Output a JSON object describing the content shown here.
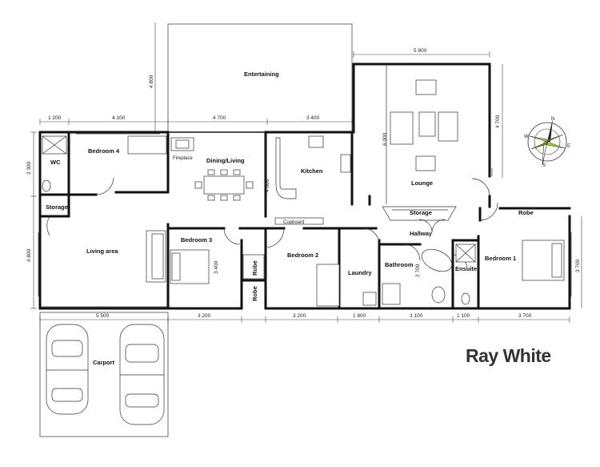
{
  "rooms": {
    "entertaining": "Entertaining",
    "bedroom4": "Bedroom 4",
    "wc": "WC",
    "fireplace": "Fireplace",
    "dining_living": "Dining/Living",
    "kitchen": "Kitchen",
    "lounge": "Lounge",
    "storage_left": "Storage",
    "storage_center": "Storage",
    "robe_right": "Robe",
    "living_area": "Living area",
    "bedroom3": "Bedroom 3",
    "robe_a": "Robe",
    "robe_b": "Robe",
    "bedroom2": "Bedroom 2",
    "cupboard": "Cupboard",
    "hallway": "Hallway",
    "laundry": "Laundry",
    "bathroom": "Bathroom",
    "ensuite": "Ensuite",
    "bedroom1": "Bedroom 1",
    "carport": "Carport"
  },
  "dimensions": {
    "top_1200": "1 200",
    "top_4100": "4 100",
    "top_4700": "4 700",
    "top_3400": "3 400",
    "top_5800": "5 800",
    "ent_4800": "4 800",
    "left_2300": "2 300",
    "left_4800": "4 800",
    "kitchen_4000": "4 000",
    "lounge_6000": "6 000",
    "lounge_4700": "4 700",
    "bed3_3400": "3 400",
    "bath_2700": "2 700",
    "right_3700": "3 700",
    "bot_5500": "5 500",
    "bot_3200a": "3 200",
    "bot_3200b": "3 200",
    "bot_1800": "1 800",
    "bot_3100": "3 100",
    "bot_1100": "1 100",
    "bot_3700": "3 700"
  },
  "compass": {
    "n": "N",
    "s": "S",
    "w": "W",
    "e": "E"
  },
  "logo": "Ray White",
  "colors": {
    "wall": "#111111",
    "compass_accent": "#9acd32",
    "logo": "#333333"
  }
}
